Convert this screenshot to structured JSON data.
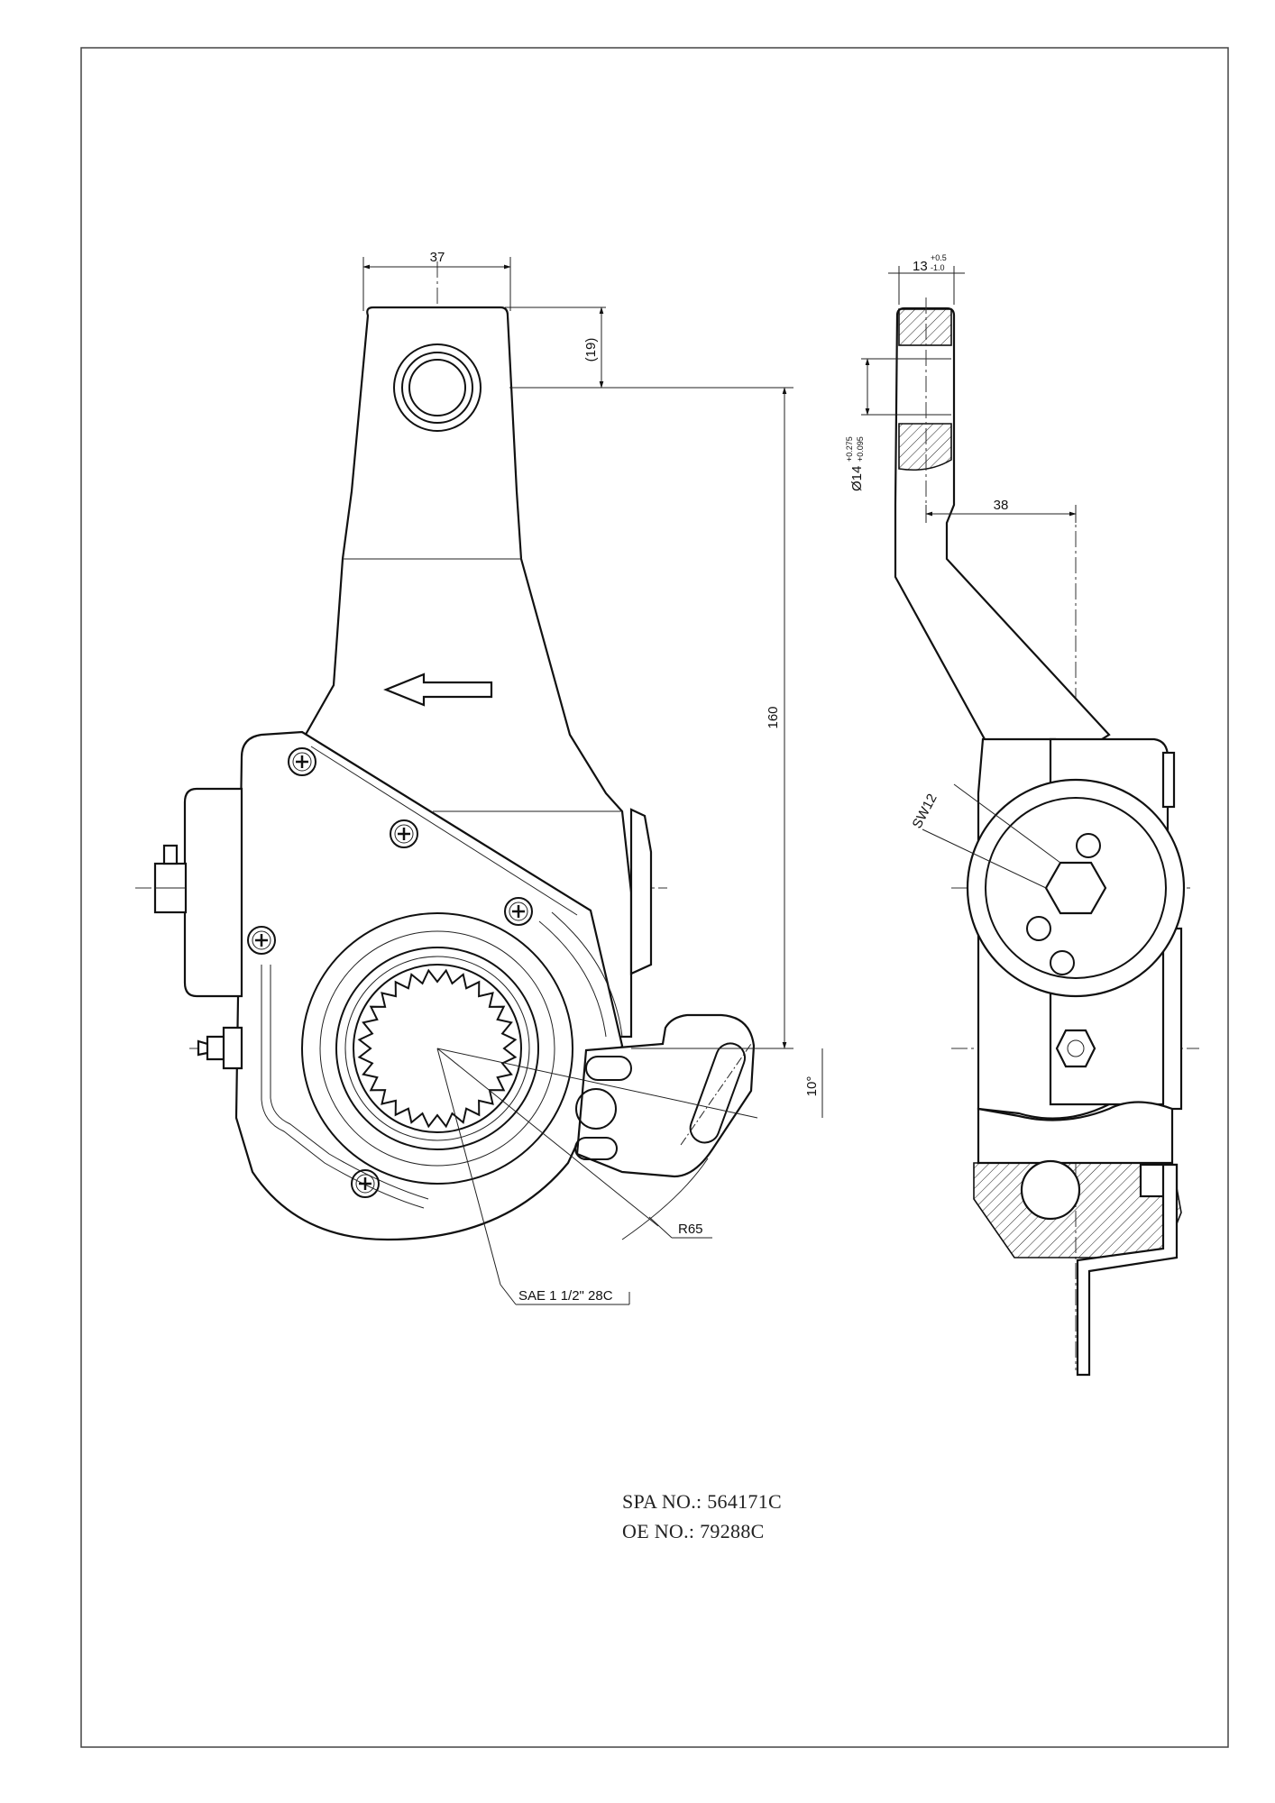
{
  "views": {
    "front": {
      "dims": {
        "width_top": "37",
        "hole_offset": "(19)",
        "centre_distance": "160",
        "angle": "10°",
        "radius": "R65",
        "spline": "SAE 1 1/2\" 28C"
      }
    },
    "side": {
      "dims": {
        "thickness": "13",
        "thickness_tol_upper": "+0.5",
        "thickness_tol_lower": "-1.0",
        "bore": "Ø14",
        "bore_tol_upper": "+0.275",
        "bore_tol_lower": "+0.095",
        "offset": "38",
        "wrench": "SW12"
      }
    }
  },
  "part_info": {
    "spa_no": "SPA NO.: 564171C",
    "oe_no": "OE NO.: 79288C"
  }
}
